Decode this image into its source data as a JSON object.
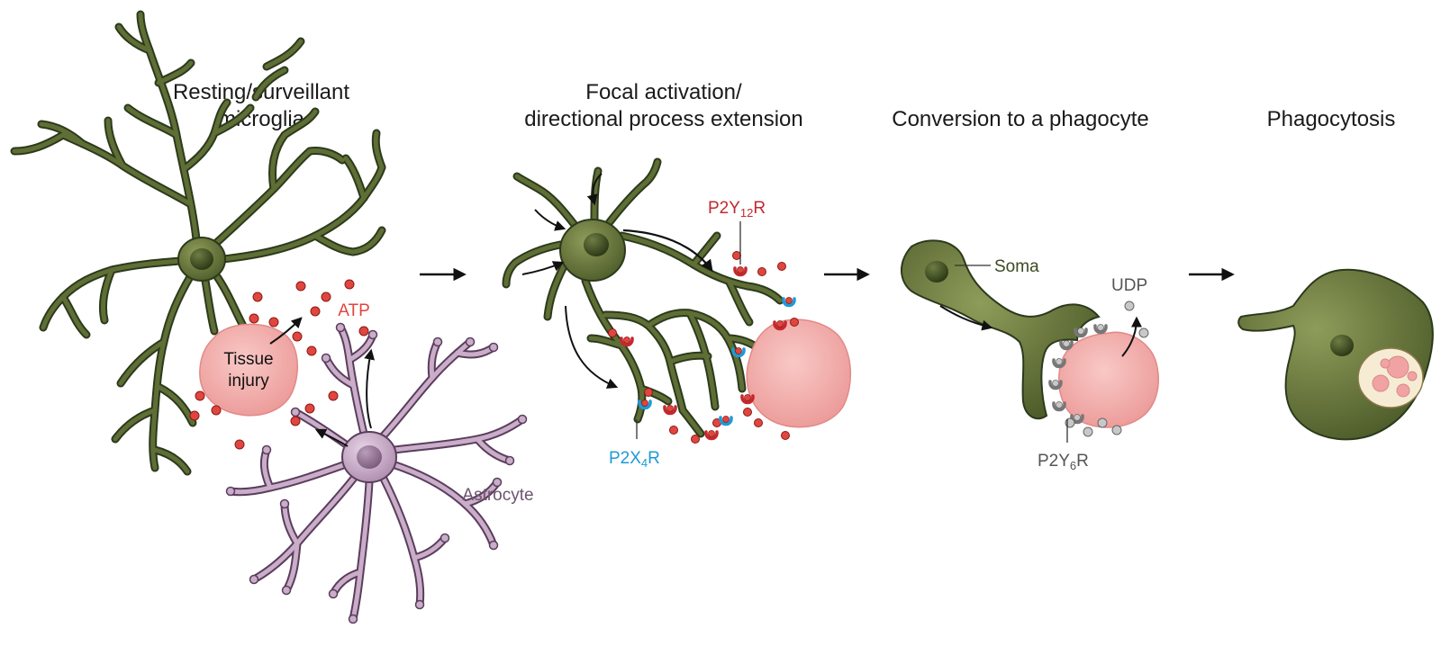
{
  "stages": [
    {
      "title_line1": "Resting/surveillant",
      "title_line2": "microglia"
    },
    {
      "title_line1": "Focal activation/",
      "title_line2": "directional process extension"
    },
    {
      "title_line1": "Conversion to a phagocyte",
      "title_line2": ""
    },
    {
      "title_line1": "Phagocytosis",
      "title_line2": ""
    }
  ],
  "labels": {
    "atp": "ATP",
    "tissue_injury_line1": "Tissue",
    "tissue_injury_line2": "injury",
    "astrocyte": "Astrocyte",
    "p2y12r_base": "P2Y",
    "p2y12r_sub": "12",
    "p2y12r_end": "R",
    "p2x4r_base": "P2X",
    "p2x4r_sub": "4",
    "p2x4r_end": "R",
    "soma": "Soma",
    "udp": "UDP",
    "p2y6r_base": "P2Y",
    "p2y6r_sub": "6",
    "p2y6r_end": "R"
  },
  "colors": {
    "microglia_fill": "#5f6e35",
    "microglia_outline": "#2c3a1c",
    "astrocyte_fill": "#c9adc9",
    "injury_fill": "#f1a3a3",
    "atp_dot": "#e0463f",
    "p2y12r": "#c4282e",
    "p2x4r": "#1e9ad6",
    "udp_dot": "#b0b0b0",
    "p2y6r": "#777777",
    "astrocyte_label": "#6e5470",
    "soma_label": "#3a4a20"
  }
}
